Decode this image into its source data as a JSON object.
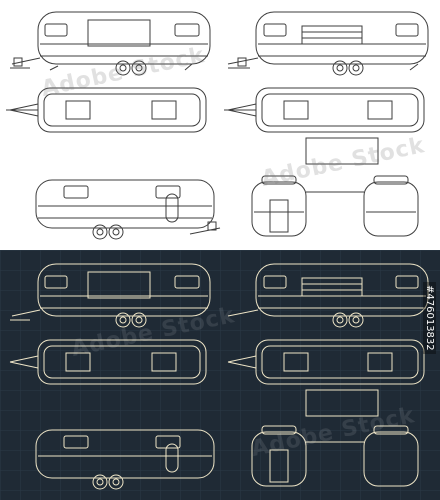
{
  "watermark": {
    "text": "Adobe Stock"
  },
  "stock_id": "#476013832",
  "colors": {
    "light_bg": "#ffffff",
    "light_line": "#3d3d3d",
    "dark_bg": "#1f2a35",
    "dark_line": "#efe6c8",
    "grid": "#2b3947"
  },
  "views": [
    {
      "id": "side-food-counter",
      "description_icon": "side-elevation-icon"
    },
    {
      "id": "side-food-open",
      "description_icon": "side-elevation-icon"
    },
    {
      "id": "top-food",
      "description_icon": "plan-view-icon"
    },
    {
      "id": "top-food-awning",
      "description_icon": "plan-view-icon"
    },
    {
      "id": "side-standard",
      "description_icon": "side-elevation-icon"
    },
    {
      "id": "front-rear",
      "description_icon": "elevation-icon"
    }
  ]
}
